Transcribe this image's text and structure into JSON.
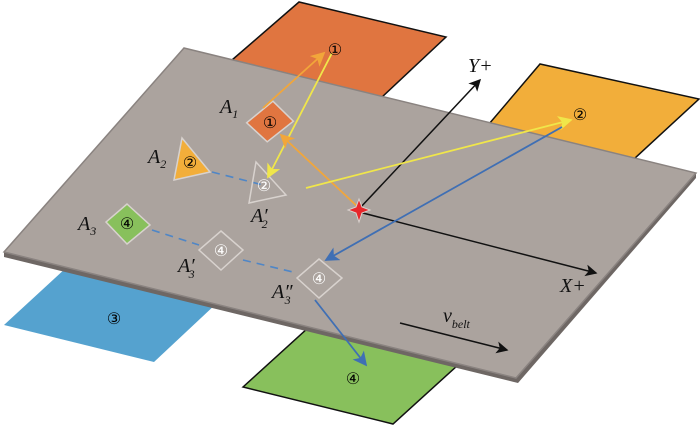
{
  "bins": [
    {
      "id": "1",
      "label": "①",
      "color": "#e07540"
    },
    {
      "id": "2",
      "label": "②",
      "color": "#f2ae3a"
    },
    {
      "id": "3",
      "label": "③",
      "color": "#55a2cf"
    },
    {
      "id": "4",
      "label": "④",
      "color": "#88c05c"
    }
  ],
  "belt": {
    "color": "#aba39e",
    "edge": "#6e6764",
    "velocity_symbol": "v",
    "velocity_sub": "belt"
  },
  "axes": {
    "x_label": "X+",
    "y_label": "Y+"
  },
  "objects": [
    {
      "name": "A",
      "sub": "1",
      "prime": "",
      "marker": "①"
    },
    {
      "name": "A",
      "sub": "2",
      "prime": "",
      "marker": "②"
    },
    {
      "name": "A",
      "sub": "2",
      "prime": "′",
      "marker": "②"
    },
    {
      "name": "A",
      "sub": "3",
      "prime": "",
      "marker": "④"
    },
    {
      "name": "A",
      "sub": "3",
      "prime": "′",
      "marker": "④"
    },
    {
      "name": "A",
      "sub": "3",
      "prime": "″",
      "marker": "④"
    }
  ],
  "colors": {
    "orange_arrow": "#f2a63a",
    "yellow_arrow": "#f0e64a",
    "blue_arrow": "#3f6fb4",
    "origin_star": "#e8262a"
  }
}
